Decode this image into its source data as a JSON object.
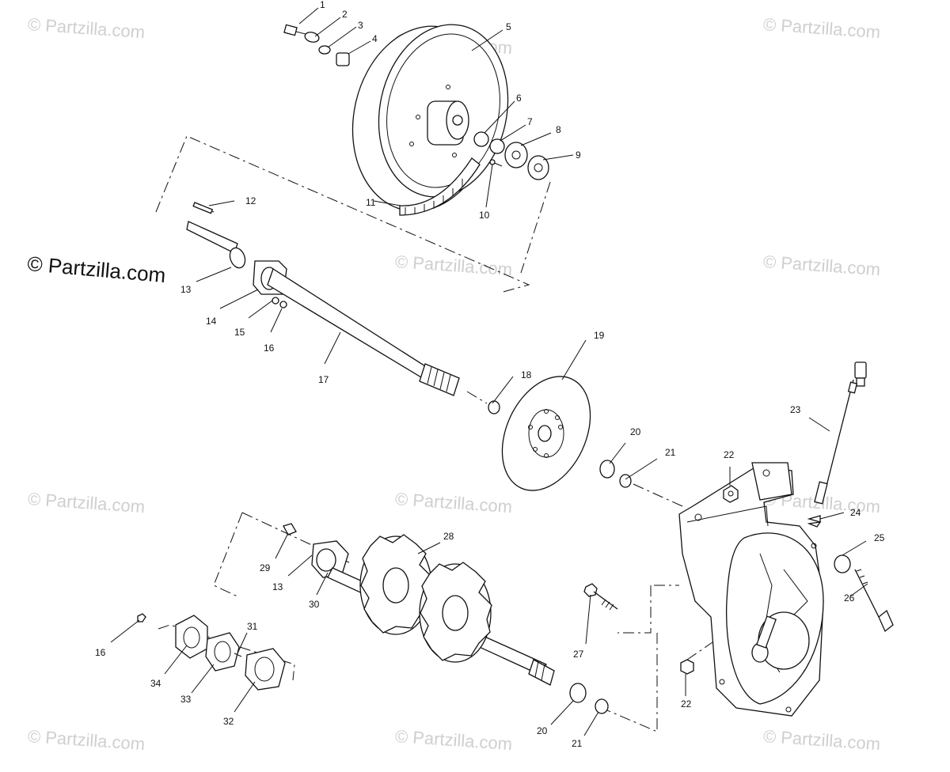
{
  "watermark_text": "© Partzilla.com",
  "callouts": [
    "1",
    "2",
    "3",
    "4",
    "5",
    "6",
    "7",
    "8",
    "9",
    "10",
    "11",
    "12",
    "13",
    "14",
    "15",
    "16",
    "17",
    "18",
    "19",
    "20",
    "21",
    "22",
    "23",
    "24",
    "25",
    "26",
    "27",
    "28",
    "29",
    "13",
    "30",
    "16",
    "31",
    "34",
    "33",
    "32",
    "22",
    "20",
    "21"
  ]
}
